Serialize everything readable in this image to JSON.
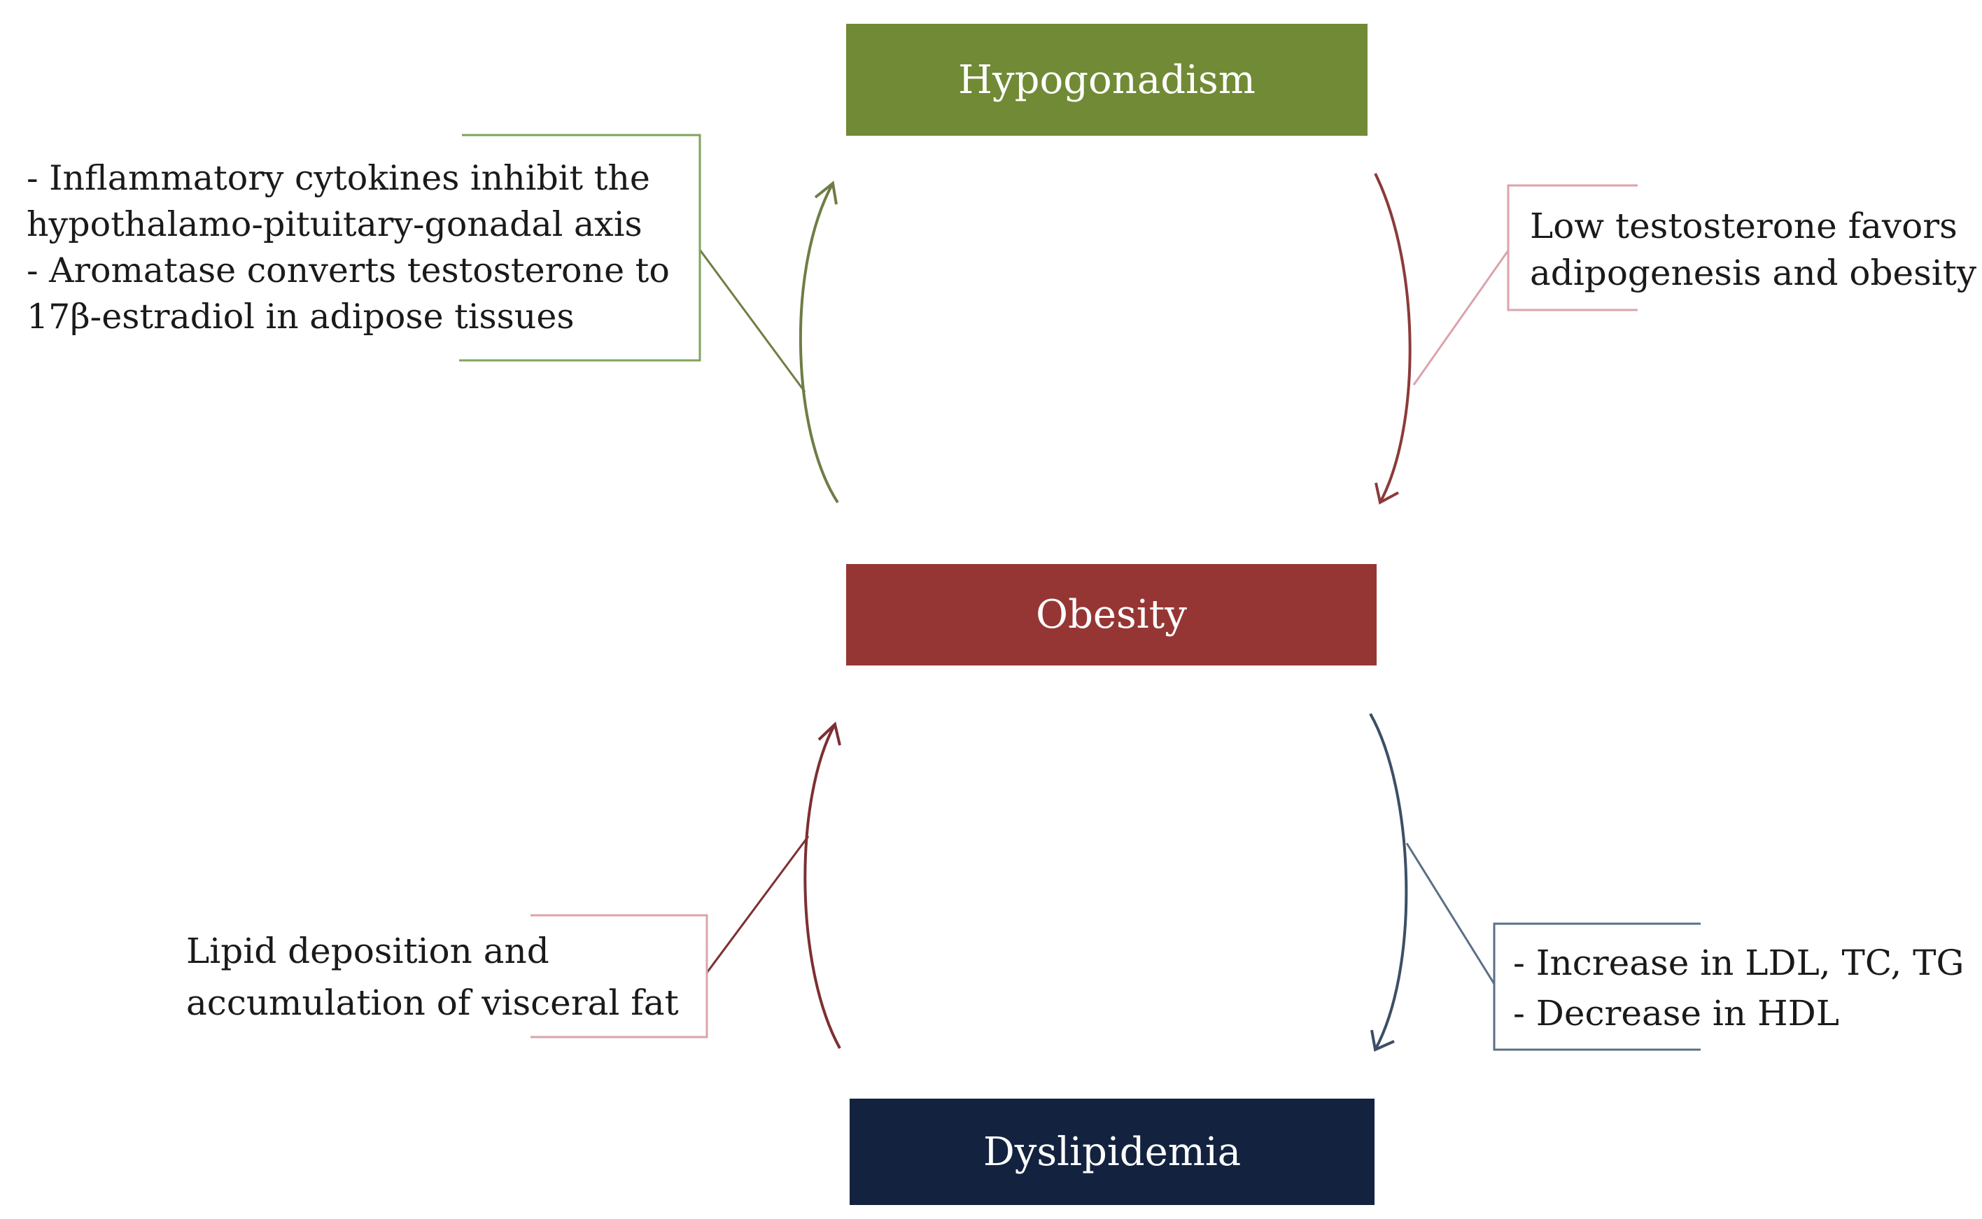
{
  "colors": {
    "hypogonadism": "#718a35",
    "obesity": "#963634",
    "dyslipidemia": "#13233f",
    "green_arrow": "#6e7d45",
    "red_arrow": "#8c3a3a",
    "pink_bracket": "#dba3ab",
    "dark_red_arrow": "#7d2f32",
    "blue_arrow": "#3c4f66",
    "blue_bracket": "#5b7087",
    "green_bracket": "#7fa35e"
  },
  "nodes": {
    "hypogonadism": "Hypogonadism",
    "obesity": "Obesity",
    "dyslipidemia": "Dyslipidemia"
  },
  "annotations": {
    "top_left": {
      "line1": "- Inflammatory cytokines inhibit the",
      "line2": "hypothalamo-pituitary-gonadal axis",
      "line3": "- Aromatase converts testosterone to",
      "line4": "17β-estradiol in adipose tissues"
    },
    "top_right": {
      "line1": "Low testosterone favors",
      "line2": "adipogenesis and obesity"
    },
    "bottom_left": {
      "line1": "Lipid deposition and",
      "line2": "accumulation of visceral fat"
    },
    "bottom_right": {
      "line1": "- Increase in LDL, TC, TG",
      "line2": "- Decrease in HDL"
    }
  }
}
